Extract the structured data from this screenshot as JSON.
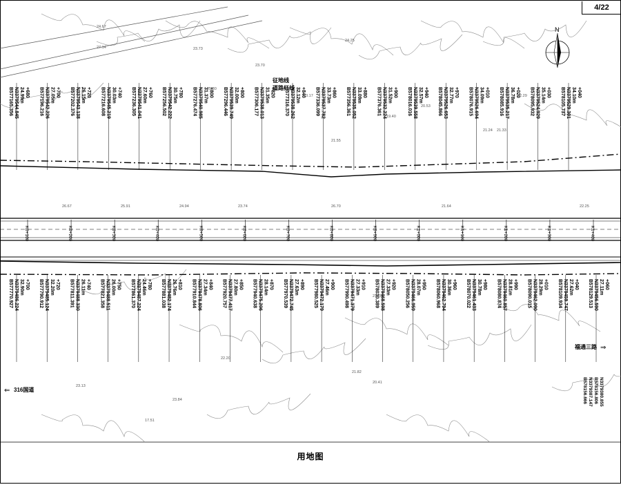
{
  "sheet": {
    "page_number": "4/22",
    "caption": "用地图"
  },
  "north_arrow": {
    "letter": "N"
  },
  "route": {
    "chainage_labels": [
      "K0+100",
      "K0+200",
      "K0+300",
      "K0+400",
      "K0+500",
      "K0+600",
      "K0+700",
      "K0+800",
      "K0+900",
      "K1+000",
      "K1+100",
      "K1+200",
      "K1+300",
      "K1+400"
    ]
  },
  "legend_labels": {
    "land_line": "征地线",
    "road_red_line": "道路红线"
  },
  "left_marker": "316国道",
  "right_marker": "福通三路",
  "upper_points": [
    {
      "stake": "+680",
      "width": "24.99m",
      "coords": [
        "B577165.356",
        "N3379544.845"
      ]
    },
    {
      "stake": "+700",
      "width": "27.05m",
      "coords": [
        "B577196.216",
        "N3379542.226"
      ]
    },
    {
      "stake": "+720",
      "width": "26.15m",
      "coords": [
        "B577202.376",
        "N3379543.138"
      ]
    },
    {
      "stake": "+740",
      "width": "30.03m",
      "coords": [
        "B577216.608",
        "N3379545.219"
      ]
    },
    {
      "stake": "+760",
      "width": "27.60m",
      "coords": [
        "B577236.305",
        "N3379541.041"
      ]
    },
    {
      "stake": "+780",
      "width": "30.75m",
      "coords": [
        "B577256.502",
        "N3379542.222"
      ]
    },
    {
      "stake": "+800",
      "width": "31.37m",
      "coords": [
        "B577276.474",
        "N3379540.985"
      ]
    },
    {
      "stake": "+800",
      "width": "32.00m",
      "coords": [
        "B577296.446",
        "N3379539.749"
      ]
    },
    {
      "stake": "+820",
      "width": "31.35m",
      "coords": [
        "B577306.177",
        "N3379538.013"
      ]
    },
    {
      "stake": "+840",
      "width": "32.12m",
      "coords": [
        "B577316.370",
        "N3379538.262"
      ]
    },
    {
      "stake": "+860",
      "width": "33.73m",
      "coords": [
        "B577336.099",
        "N3379537.782"
      ]
    },
    {
      "stake": "+880",
      "width": "33.09m",
      "coords": [
        "B577356.361",
        "N3379535.052"
      ]
    },
    {
      "stake": "+900",
      "width": "31.52m",
      "coords": [
        "B577376.361",
        "N3379532.224"
      ]
    },
    {
      "stake": "+940",
      "width": "32.57m",
      "coords": [
        "B578016.016",
        "N3379539.558"
      ]
    },
    {
      "stake": "+970",
      "width": "32.77m",
      "coords": [
        "B578045.866",
        "N3379526.653"
      ]
    },
    {
      "stake": "+010",
      "width": "34.09m",
      "coords": [
        "B578076.915",
        "N3379526.694"
      ]
    },
    {
      "stake": "+020",
      "width": "36.78m",
      "coords": [
        "B578085.916",
        "N3379535.217"
      ]
    },
    {
      "stake": "+030",
      "width": "35.14m",
      "coords": [
        "B578095.932",
        "N3379524.929"
      ]
    },
    {
      "stake": "+040",
      "width": "34.10m",
      "coords": [
        "B578105.737",
        "N3379529.301"
      ]
    }
  ],
  "lower_points": [
    {
      "stake": "+700",
      "width": "32.90m",
      "coords": [
        "B577770.927",
        "N3379486.224"
      ]
    },
    {
      "stake": "+720",
      "width": "32.20m",
      "coords": [
        "B577790.912",
        "N3379485.124"
      ]
    },
    {
      "stake": "+740",
      "width": "26.11m",
      "coords": [
        "B577811.391",
        "N3379488.330"
      ]
    },
    {
      "stake": "+750",
      "width": "26.00m",
      "coords": [
        "B577821.358",
        "N3379488.511"
      ]
    },
    {
      "stake": "+780",
      "width": "24.46m",
      "coords": [
        "B577861.370",
        "N3379487.224"
      ]
    },
    {
      "stake": "+810",
      "width": "26.76m",
      "coords": [
        "B577881.038",
        "N3379482.174"
      ]
    },
    {
      "stake": "+840",
      "width": "27.34m",
      "coords": [
        "B577910.844",
        "N3379478.806"
      ]
    },
    {
      "stake": "+850",
      "width": "27.80m",
      "coords": [
        "B577920.757",
        "N3379477.417"
      ]
    },
    {
      "stake": "+870",
      "width": "28.14m",
      "coords": [
        "B577940.638",
        "N3379475.206"
      ]
    },
    {
      "stake": "+890",
      "width": "27.63m",
      "coords": [
        "B577970.539",
        "N3379472.745"
      ]
    },
    {
      "stake": "+900",
      "width": "27.46m",
      "coords": [
        "B577980.525",
        "N3379472.179"
      ]
    },
    {
      "stake": "+910",
      "width": "27.33m",
      "coords": [
        "B577990.498",
        "N3379471.379"
      ]
    },
    {
      "stake": "+920",
      "width": "27.33m",
      "coords": [
        "B578030.389",
        "N3379468.598"
      ]
    },
    {
      "stake": "+950",
      "width": "28.07m",
      "coords": [
        "B578050.256",
        "N3379466.959"
      ]
    },
    {
      "stake": "+960",
      "width": "30.36m",
      "coords": [
        "B578060.968",
        "N3379462.794"
      ]
    },
    {
      "stake": "+980",
      "width": "30.78m",
      "coords": [
        "B578070.022",
        "N3379461.433"
      ]
    },
    {
      "stake": "+990",
      "width": "28.81m",
      "coords": [
        "B578080.874",
        "N3379460.857"
      ]
    },
    {
      "stake": "+010",
      "width": "28.29m",
      "coords": [
        "B578090.015",
        "N3379462.090"
      ]
    },
    {
      "stake": "+040",
      "width": "27.62m",
      "coords": [
        "B578109.934",
        "N3379459.747"
      ]
    },
    {
      "stake": "+060",
      "width": "27.11m",
      "coords": [
        "B578129.513",
        "N3379456.590"
      ]
    }
  ],
  "corner_points": [
    "B578156.666",
    "N3379387.147",
    "B578156.806",
    "N3379380.855"
  ],
  "elevation_labels": [
    "24.67",
    "27.14",
    "23.73",
    "23.70",
    "25.80",
    "19.40",
    "21.24",
    "20.53",
    "21.55",
    "23.17",
    "24.25",
    "21.65",
    "21.82",
    "20.41",
    "23.84",
    "22.20",
    "21.33",
    "23.13",
    "17.51",
    "22.29",
    "24.94",
    "23.74",
    "21.64",
    "26.67",
    "25.91",
    "26.70",
    "22.25"
  ]
}
